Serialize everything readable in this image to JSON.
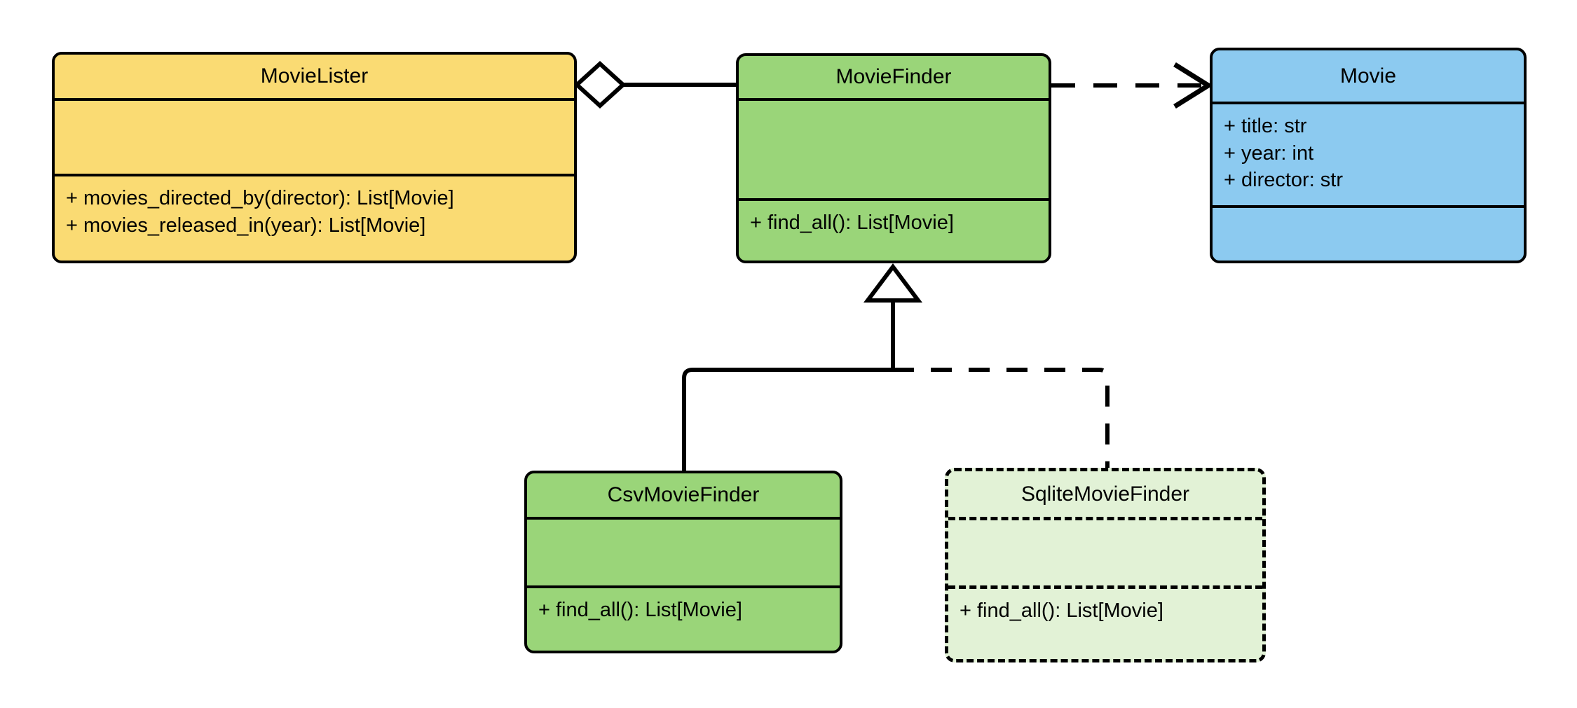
{
  "diagram": {
    "kind": "uml-class-diagram",
    "background_color": "#ffffff",
    "line_color": "#000000",
    "classes": [
      {
        "id": "movielister",
        "name": "MovieLister",
        "fill_color": "#fadb73",
        "border_style": "solid",
        "attributes": [],
        "operations": [
          "+ movies_directed_by(director): List[Movie]",
          "+ movies_released_in(year): List[Movie]"
        ]
      },
      {
        "id": "moviefinder",
        "name": "MovieFinder",
        "fill_color": "#9ad579",
        "border_style": "solid",
        "attributes": [],
        "operations": [
          "+ find_all(): List[Movie]"
        ]
      },
      {
        "id": "movie",
        "name": "Movie",
        "fill_color": "#8ccaf0",
        "border_style": "solid",
        "attributes": [
          "+ title: str",
          "+ year: int",
          "+ director: str"
        ],
        "operations": []
      },
      {
        "id": "csvmoviefinder",
        "name": "CsvMovieFinder",
        "fill_color": "#9ad579",
        "border_style": "solid",
        "attributes": [],
        "operations": [
          "+ find_all(): List[Movie]"
        ]
      },
      {
        "id": "sqlitemoviefinder",
        "name": "SqliteMovieFinder",
        "fill_color": "#e2f2d6",
        "border_style": "dashed",
        "attributes": [],
        "operations": [
          "+ find_all(): List[Movie]"
        ]
      }
    ],
    "relationships": [
      {
        "id": "aggregation-movielister-moviefinder",
        "type": "aggregation",
        "source": "MovieLister",
        "target": "MovieFinder",
        "line_style": "solid",
        "end_marker": "hollow-diamond"
      },
      {
        "id": "dependency-moviefinder-movie",
        "type": "dependency",
        "source": "MovieFinder",
        "target": "Movie",
        "line_style": "dashed",
        "end_marker": "open-arrow"
      },
      {
        "id": "generalization-csvmoviefinder-moviefinder",
        "type": "generalization",
        "source": "CsvMovieFinder",
        "target": "MovieFinder",
        "line_style": "solid",
        "end_marker": "hollow-triangle"
      },
      {
        "id": "generalization-sqlitemoviefinder-moviefinder",
        "type": "realization",
        "source": "SqliteMovieFinder",
        "target": "MovieFinder",
        "line_style": "dashed",
        "end_marker": "hollow-triangle"
      }
    ]
  }
}
